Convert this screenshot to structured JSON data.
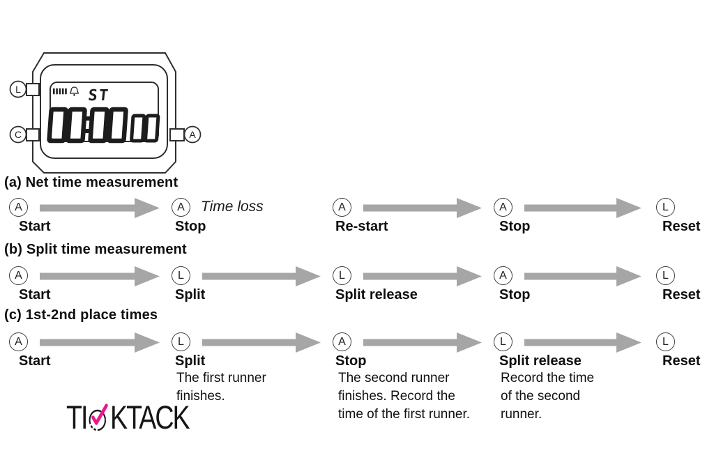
{
  "watch": {
    "buttons": {
      "top_left": "L",
      "bottom_left": "C",
      "right": "A"
    },
    "display": {
      "mode": "ST",
      "time": "00:00",
      "hundredths": "00"
    }
  },
  "sections": [
    {
      "label": "(a) Net time measurement",
      "steps": [
        {
          "btn": "A",
          "action": "Start"
        },
        {
          "btn": "A",
          "action": "Stop",
          "note": "Time loss"
        },
        {
          "btn": "A",
          "action": "Re-start"
        },
        {
          "btn": "A",
          "action": "Stop"
        },
        {
          "btn": "L",
          "action": "Reset"
        }
      ]
    },
    {
      "label": "(b) Split time measurement",
      "steps": [
        {
          "btn": "A",
          "action": "Start"
        },
        {
          "btn": "L",
          "action": "Split"
        },
        {
          "btn": "L",
          "action": "Split release"
        },
        {
          "btn": "A",
          "action": "Stop"
        },
        {
          "btn": "L",
          "action": "Reset"
        }
      ]
    },
    {
      "label": "(c) 1st-2nd place times",
      "steps": [
        {
          "btn": "A",
          "action": "Start"
        },
        {
          "btn": "L",
          "action": "Split",
          "desc": "The first runner\nfinishes."
        },
        {
          "btn": "A",
          "action": "Stop",
          "desc": "The second runner\nfinishes. Record the\ntime of the first runner."
        },
        {
          "btn": "L",
          "action": "Split release",
          "desc": "Record the time\nof the second\nrunner."
        },
        {
          "btn": "L",
          "action": "Reset"
        }
      ]
    }
  ],
  "logo": {
    "part1": "TI",
    "part2": "KTACK",
    "accent_color": "#e9188b"
  },
  "colors": {
    "arrow": "#a6a6a6",
    "text": "#111111"
  }
}
